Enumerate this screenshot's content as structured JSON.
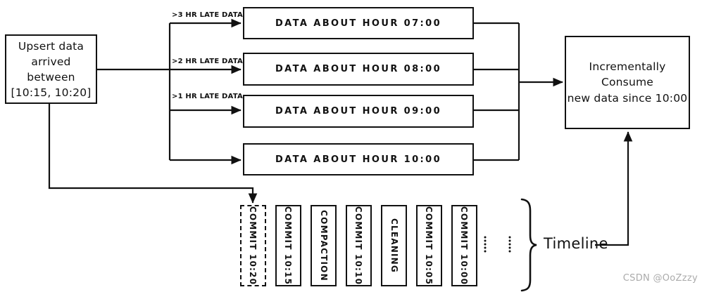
{
  "diagram": {
    "source_box": {
      "line1": "Upsert data",
      "line2": "arrived between",
      "line3": "[10:15, 10:20]"
    },
    "branch_labels": [
      ">3 HR LATE DATA",
      ">2 HR LATE DATA",
      ">1 HR LATE DATA"
    ],
    "hour_boxes": [
      "DATA ABOUT HOUR 07:00",
      "DATA ABOUT HOUR 08:00",
      "DATA ABOUT HOUR 09:00",
      "DATA ABOUT HOUR 10:00"
    ],
    "consumer_box": {
      "line1": "Incrementally Consume",
      "line2": "new data since 10:00"
    },
    "timeline": {
      "label": "Timeline",
      "items": [
        {
          "label": "COMMIT 10:20",
          "style": "dashed"
        },
        {
          "label": "COMMIT 10:15",
          "style": "solid"
        },
        {
          "label": "COMPACTION",
          "style": "solid"
        },
        {
          "label": "COMMIT 10:10",
          "style": "solid"
        },
        {
          "label": "CLEANING",
          "style": "solid"
        },
        {
          "label": "COMMIT 10:05",
          "style": "solid"
        },
        {
          "label": "COMMIT 10:00",
          "style": "solid"
        }
      ]
    },
    "watermark": "CSDN @OoZzzy",
    "colors": {
      "stroke": "#111111",
      "background": "#ffffff",
      "watermark": "#ababab"
    }
  }
}
